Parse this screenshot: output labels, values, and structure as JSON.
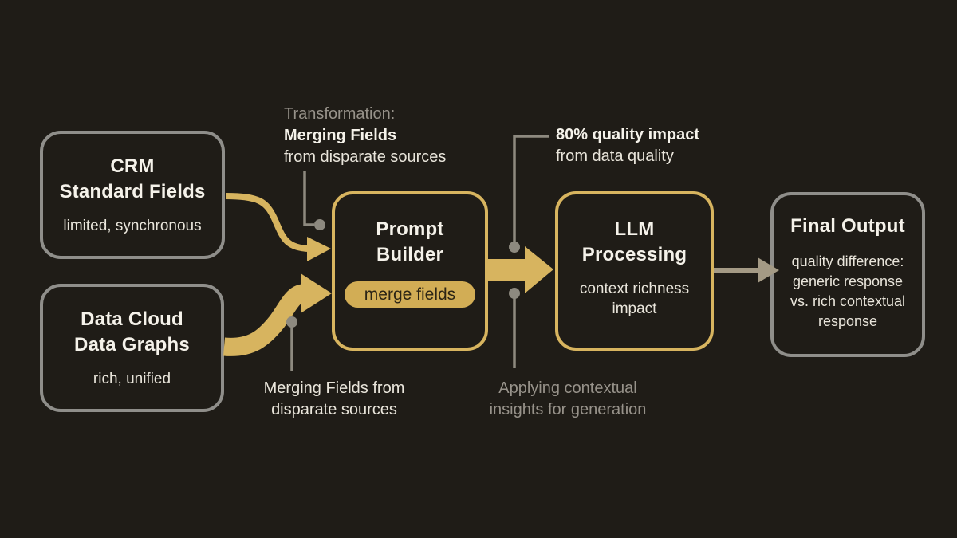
{
  "colors": {
    "background": "#1f1c17",
    "gold": "#d7b45f",
    "gold_fill": "#d2ad55",
    "gray_border": "#8f8e8a",
    "connector_gray": "#8d897f",
    "muted_arrow": "#a49a85",
    "title_text": "#f5f2ea",
    "body_text": "#e9e5db",
    "gray_text": "#97928a",
    "badge_text": "#2b2415"
  },
  "boxes": {
    "crm": {
      "title_line1": "CRM",
      "title_line2": "Standard Fields",
      "subtitle": "limited, synchronous"
    },
    "data_cloud": {
      "title_line1": "Data Cloud",
      "title_line2": "Data Graphs",
      "subtitle": "rich, unified"
    },
    "prompt_builder": {
      "title_line1": "Prompt",
      "title_line2": "Builder",
      "badge": "merge fields"
    },
    "llm": {
      "title_line1": "LLM",
      "title_line2": "Processing",
      "subtitle_line1": "context richness",
      "subtitle_line2": "impact"
    },
    "final_output": {
      "title": "Final Output",
      "subtitle_line1": "quality difference:",
      "subtitle_line2": "generic response",
      "subtitle_line3": "vs. rich contextual",
      "subtitle_line4": "response"
    }
  },
  "annotations": {
    "transformation": {
      "line1": "Transformation:",
      "line2": "Merging Fields",
      "line3": "from disparate sources"
    },
    "quality_impact": {
      "line1": "80% quality impact",
      "line2": "from data quality"
    },
    "merging_fields": {
      "line1": "Merging Fields from",
      "line2": "disparate sources"
    },
    "applying": {
      "line1": "Applying contextual",
      "line2": "insights for generation"
    }
  }
}
